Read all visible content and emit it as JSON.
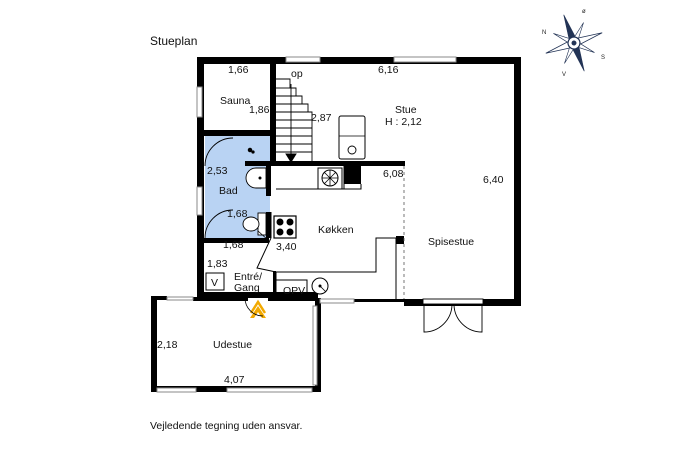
{
  "title": "Stueplan",
  "disclaimer": "Vejledende tegning uden ansvar.",
  "compass": {
    "n": "N",
    "o": "ø",
    "s": "S",
    "v": "V"
  },
  "rooms": {
    "sauna": "Sauna",
    "stue": "Stue",
    "stue_height": "H : 2,12",
    "bad": "Bad",
    "kokken": "Køkken",
    "spisestue": "Spisestue",
    "entre_line1": "Entré/",
    "entre_line2": "Gang",
    "udestue": "Udestue"
  },
  "labels": {
    "stair": "op",
    "opv": "OPV",
    "v_box": "V"
  },
  "dimensions": {
    "sauna_w": "1,66",
    "sauna_h": "1,86",
    "stair_len": "2,87",
    "stue_w": "6,16",
    "bad_h": "2,53",
    "bad_w1": "1,68",
    "bad_w2": "1,68",
    "stue_len": "6,08",
    "house_h": "6,40",
    "kokken": "3,40",
    "entre": "1,83",
    "udestue_h": "2,18",
    "udestue_w": "4,07"
  },
  "colors": {
    "wall": "#000000",
    "bath": "#b9d3f3",
    "door_marker": "#f2a900",
    "window": "#bfbfbf"
  }
}
